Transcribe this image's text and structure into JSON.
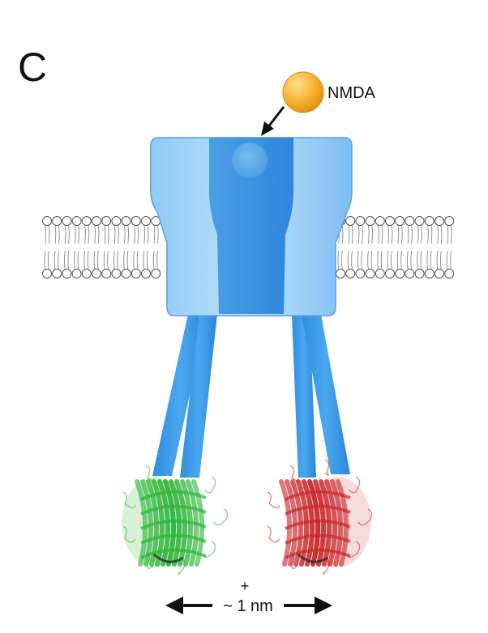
{
  "panel_label": "C",
  "ligand": {
    "label": "NMDA",
    "color": "#f4a423"
  },
  "receptor": {
    "color": "#5aa9ec",
    "channel_color": "#2f86dd"
  },
  "fluorophores": {
    "donor_color": "#2fb53a",
    "acceptor_color": "#c8282b"
  },
  "distance": {
    "plus": "+",
    "label": "~ 1 nm"
  }
}
